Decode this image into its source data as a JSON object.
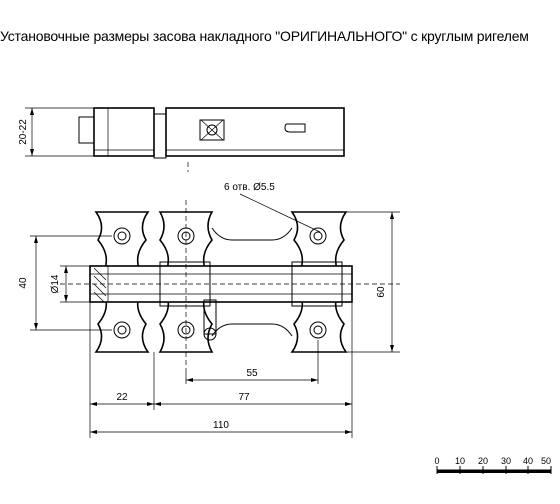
{
  "title": "Установочные размеры засова накладного \"ОРИГИНАЛЬНОГО\" с круглым ригелем",
  "dimensions": {
    "side_height": "20-22",
    "holes_note": "6 отв. Ø5.5",
    "height_40": "40",
    "bolt_diameter": "Ø14",
    "height_60": "60",
    "length_55": "55",
    "offset_22": "22",
    "offset_77": "77",
    "total_110": "110"
  },
  "scale_bar": {
    "ticks": [
      "0",
      "10",
      "20",
      "30",
      "40",
      "50"
    ]
  }
}
